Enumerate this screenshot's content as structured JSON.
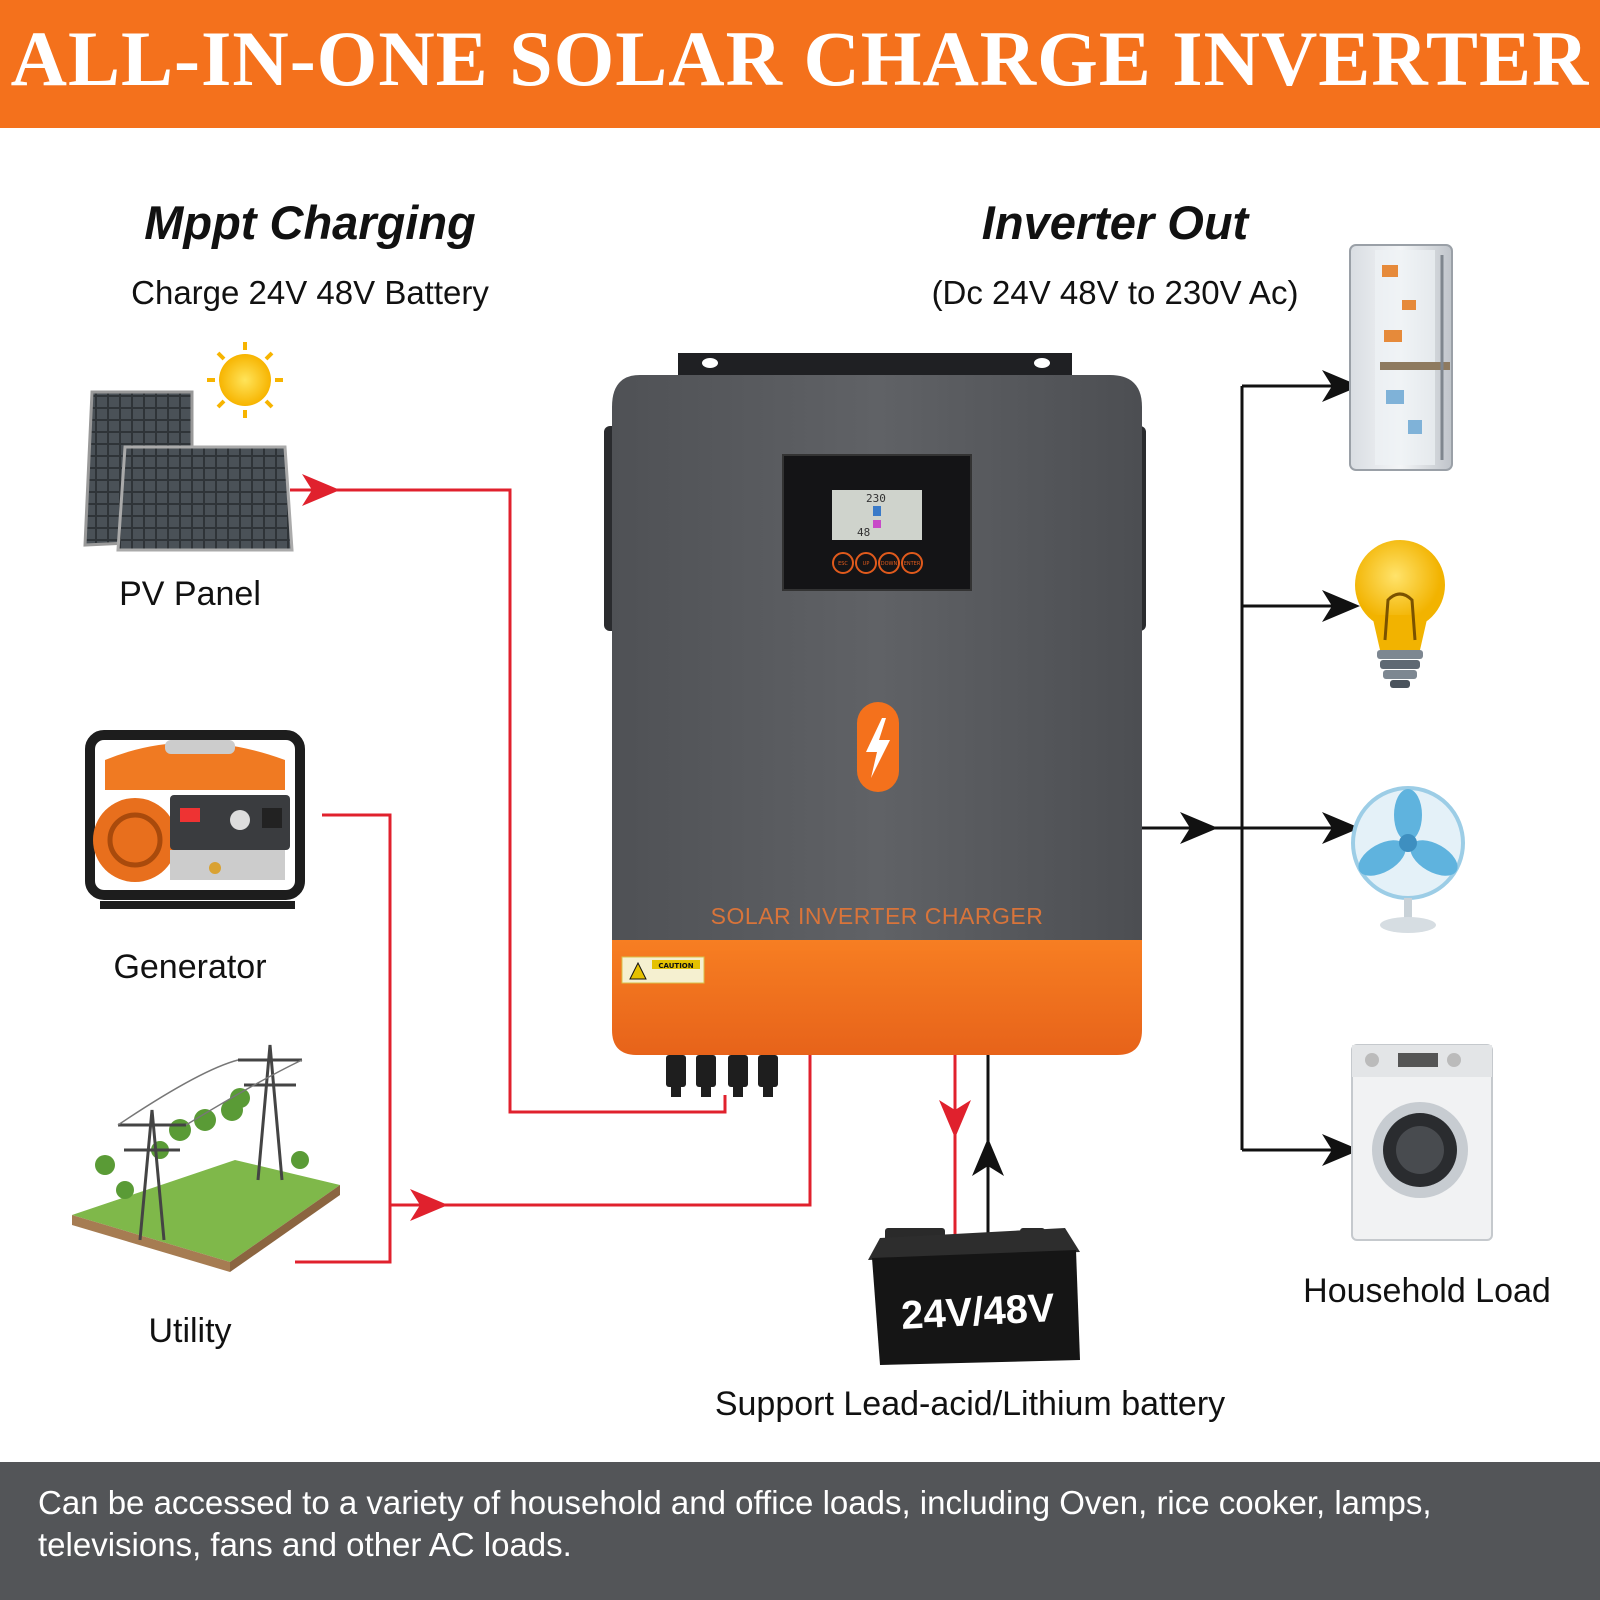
{
  "banner": {
    "title": "ALL-IN-ONE SOLAR CHARGE INVERTER"
  },
  "left_section": {
    "heading": "Mppt Charging",
    "subheading": "Charge 24V 48V Battery",
    "sources": [
      {
        "label": "PV Panel",
        "icon": "solar-panel-icon"
      },
      {
        "label": "Generator",
        "icon": "generator-icon"
      },
      {
        "label": "Utility",
        "icon": "power-grid-icon"
      }
    ]
  },
  "right_section": {
    "heading": "Inverter Out",
    "subheading": "(Dc 24V 48V to 230V Ac)",
    "loads_label": "Household Load",
    "loads": [
      {
        "icon": "refrigerator-icon"
      },
      {
        "icon": "light-bulb-icon"
      },
      {
        "icon": "fan-icon"
      },
      {
        "icon": "washing-machine-icon"
      }
    ]
  },
  "inverter": {
    "panel_text": "SOLAR INVERTER CHARGER",
    "caution_text": "CAUTION",
    "lcd": {
      "top_value": "230",
      "bottom_value": "48"
    },
    "buttons": [
      "ESC",
      "UP",
      "DOWN",
      "ENTER"
    ],
    "icon": "lightning-icon"
  },
  "battery": {
    "label": "24V/48V",
    "caption": "Support Lead-acid/Lithium battery"
  },
  "footer": {
    "text": "Can be accessed to a variety of household and office loads, including Oven, rice cooker, lamps, televisions, fans and other AC loads."
  },
  "colors": {
    "banner": "#f4711c",
    "inverter_body": "#5b5d61",
    "inverter_accent": "#f4711c",
    "input_lines": "#e0212d",
    "output_lines": "#111111",
    "footer": "#535558"
  }
}
